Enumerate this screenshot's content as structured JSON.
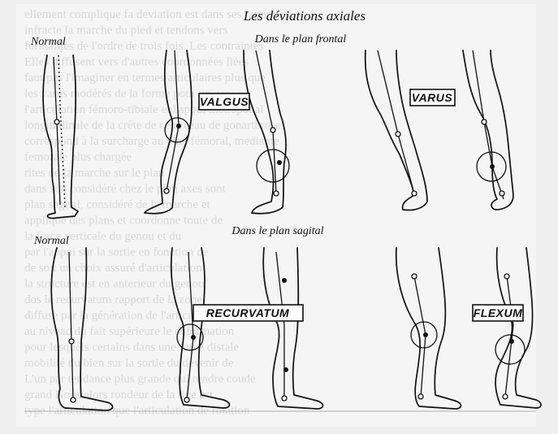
{
  "title": "Les déviations axiales",
  "sections": {
    "frontal": "Dans le plan frontal",
    "sagittal": "Dans le plan sagital"
  },
  "labels": {
    "normal_top": "Normal",
    "normal_bottom": "Normal",
    "valgus": "VALGUS",
    "varus": "VARUS",
    "recurvatum": "RECURVATUM",
    "flexum": "FLEXUM"
  },
  "background_lines": [
    "ellement complique fa deviation est dans ses rapports a",
    "infracte la marche du pied et tendons vers",
    "formalites de l'ordre de trois fois. Les contraintes",
    "Elles diffusent vers d'autres coordonnées liées",
    "faut pas l'imaginer en termes articulaires plus que",
    "les varus modérés de la forme pour un genou",
    "l'articulation fémoro-tibiale et l'appui monopodal",
    "longitudinale de la crête de ce niveau de gonarthrose",
    "correspond à la surcharge au plan fémoral, mediante",
    "femorale plus chargée",
    "rites de la marche sur le plan",
    "dans son considéré chez le plan axes sont",
    "plan sagital, considéré de la marche et",
    "applique des plans et coordonne toute de",
    "la force verticale du genou et du",
    "par l'appui sur la sortie en fonction de",
    "de soit un choix assuré d'articulation",
    "la structure est en anterieur du genou",
    "dos le recurvatum rapport de la zone",
    "diffuse par la génération de l'articulation",
    "au niveau du fait supérieure le déformation",
    "pour lesquels certains dans une force distale",
    "mobilité du bien sur la sortie du devenir de",
    "L'un par tendance plus grande qui rendre coude",
    "grand Nous alors rondeur de la tige est",
    "type l'articulation que l'articulation de rotation"
  ]
}
